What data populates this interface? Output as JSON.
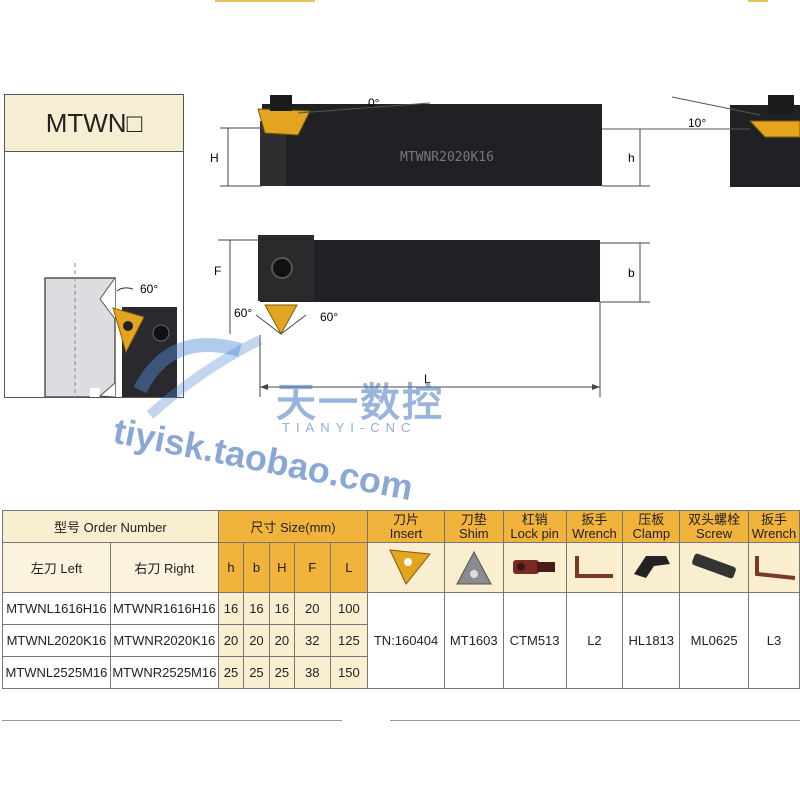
{
  "schematic": {
    "title": "MTWN□",
    "angle": "60°"
  },
  "drawing": {
    "angle_top": "0°",
    "angle_right": "10°",
    "angle_left": "60°",
    "angle_bottom": "60°",
    "tool_marking": "MTWNR2020K16",
    "dim_H": "H",
    "dim_h": "h",
    "dim_F": "F",
    "dim_b": "b",
    "dim_L": "L"
  },
  "watermark": {
    "cn": "天一数控",
    "en": "TIANYI-CNC",
    "url": "tiyisk.taobao.com"
  },
  "table": {
    "order_header": "型号 Order Number",
    "left_header": "左刀 Left",
    "right_header": "右刀 Right",
    "size_header": "尺寸 Size(mm)",
    "dim_headers": [
      "h",
      "b",
      "H",
      "F",
      "L"
    ],
    "parts": [
      {
        "cn": "刀片",
        "en": "Insert",
        "value": "TN:160404"
      },
      {
        "cn": "刀垫",
        "en": "Shim",
        "value": "MT1603"
      },
      {
        "cn": "杠销",
        "en": "Lock pin",
        "value": "CTM513"
      },
      {
        "cn": "扳手",
        "en": "Wrench",
        "value": "L2"
      },
      {
        "cn": "压板",
        "en": "Clamp",
        "value": "HL1813"
      },
      {
        "cn": "双头螺栓",
        "en": "Screw",
        "value": "ML0625"
      },
      {
        "cn": "扳手",
        "en": "Wrench",
        "value": "L3"
      }
    ],
    "rows": [
      {
        "left": "MTWNL1616H16",
        "right": "MTWNR1616H16",
        "dims": [
          "16",
          "16",
          "16",
          "20",
          "100"
        ]
      },
      {
        "left": "MTWNL2020K16",
        "right": "MTWNR2020K16",
        "dims": [
          "20",
          "20",
          "20",
          "32",
          "125"
        ]
      },
      {
        "left": "MTWNL2525M16",
        "right": "MTWNR2525M16",
        "dims": [
          "25",
          "25",
          "25",
          "38",
          "150"
        ]
      }
    ]
  },
  "colors": {
    "accent": "#f2b33d",
    "light": "#f9eed0",
    "insert": "#e0a21c",
    "shank": "#1f1f22"
  }
}
